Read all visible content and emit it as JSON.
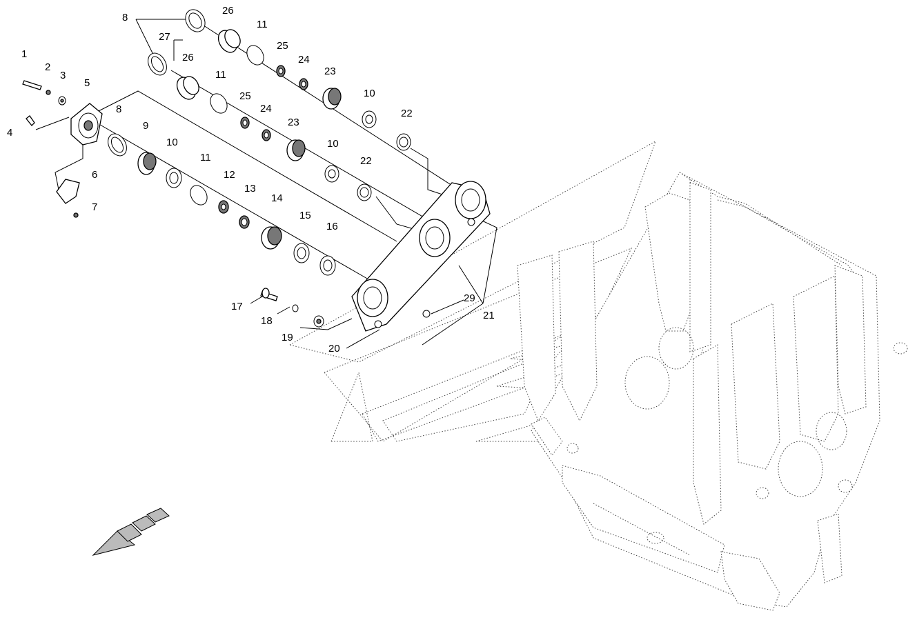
{
  "labels": {
    "l1": "1",
    "l2": "2",
    "l3": "3",
    "l4": "4",
    "l5": "5",
    "l6": "6",
    "l7": "7",
    "l8a": "8",
    "l8b": "8",
    "l9": "9",
    "l10a": "10",
    "l10b": "10",
    "l10c": "10",
    "l11a": "11",
    "l11b": "11",
    "l11c": "11",
    "l12": "12",
    "l13": "13",
    "l14": "14",
    "l15": "15",
    "l16": "16",
    "l17": "17",
    "l18": "18",
    "l19": "19",
    "l20": "20",
    "l21": "21",
    "l22a": "22",
    "l22b": "22",
    "l23a": "23",
    "l23b": "23",
    "l24a": "24",
    "l24b": "24",
    "l25a": "25",
    "l25b": "25",
    "l26a": "26",
    "l26b": "26",
    "l27": "27",
    "l29": "29"
  }
}
